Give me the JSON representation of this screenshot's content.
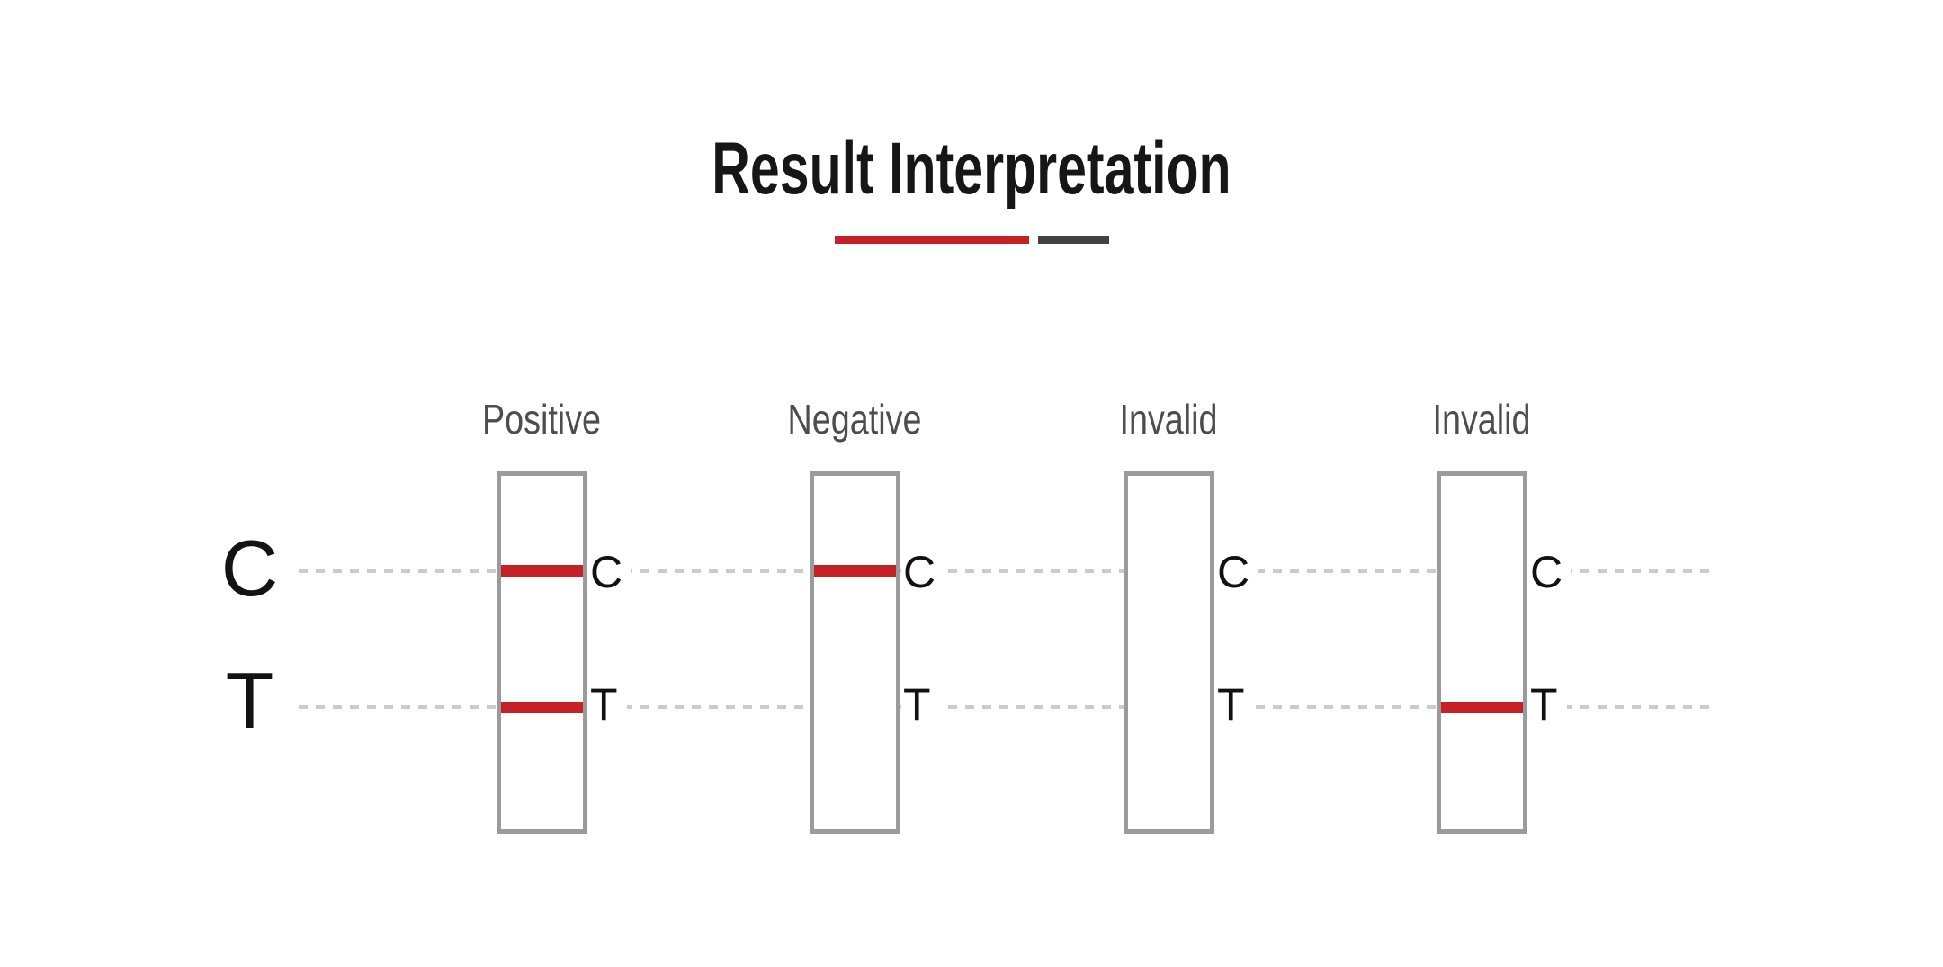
{
  "title": "Result Interpretation",
  "divider": {
    "red_color": "#c62127",
    "dark_color": "#424242"
  },
  "row_labels": {
    "control": "C",
    "test": "T"
  },
  "strips": [
    {
      "label": "Positive",
      "bands": {
        "control": true,
        "test": true
      }
    },
    {
      "label": "Negative",
      "bands": {
        "control": true,
        "test": false
      }
    },
    {
      "label": "Invalid",
      "bands": {
        "control": false,
        "test": false
      }
    },
    {
      "label": "Invalid",
      "bands": {
        "control": false,
        "test": true
      }
    }
  ],
  "colors": {
    "band_red": "#c62127",
    "strip_border": "#9b9b9b",
    "dashed_line": "#cbcbcb",
    "strip_label_gray": "#4d4d4d",
    "title_black": "#161616"
  }
}
